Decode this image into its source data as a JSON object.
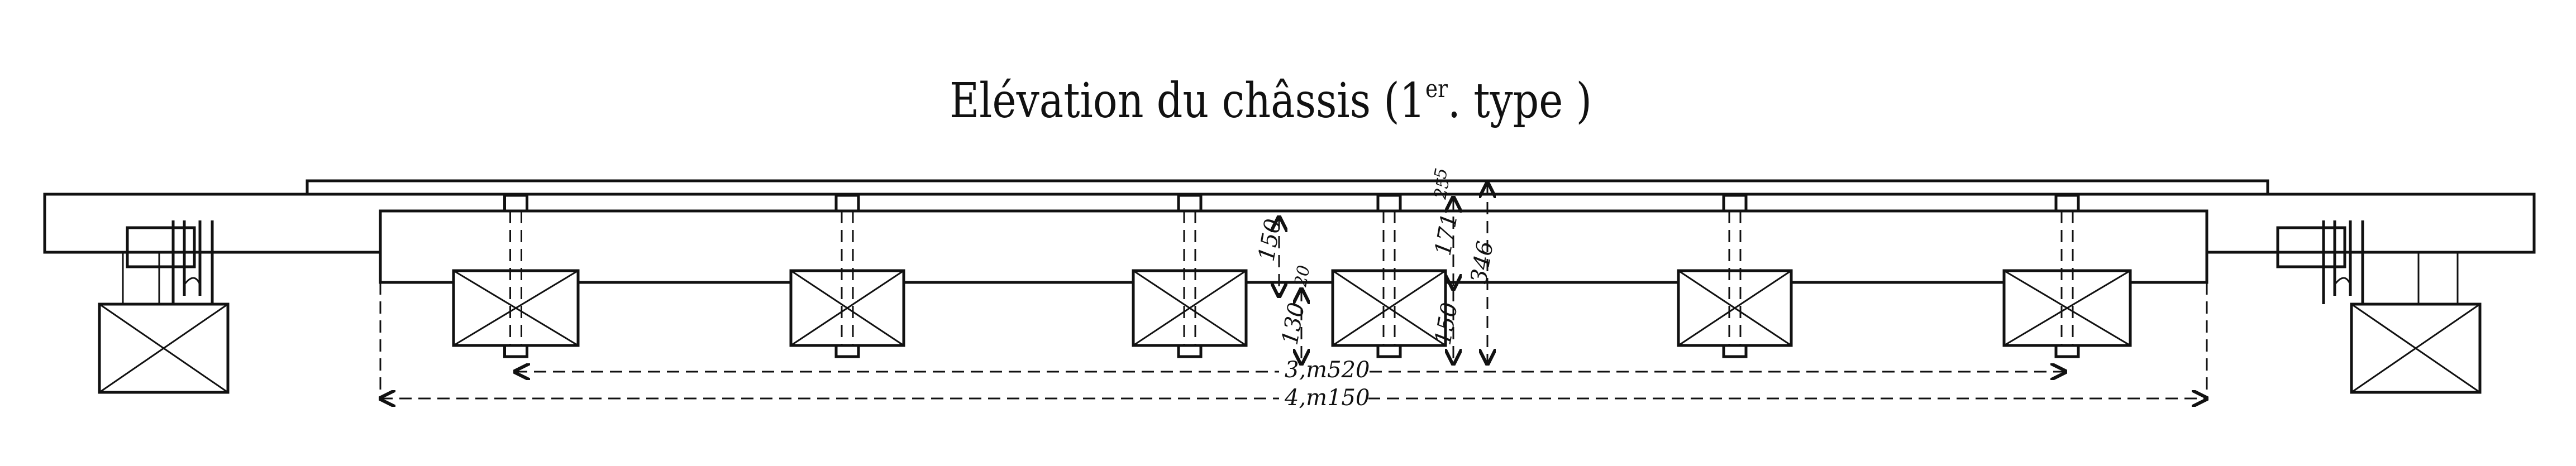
{
  "title": {
    "main": "Elévation du châssis (1",
    "superscript": "er",
    "suffix": ". type )"
  },
  "dimensions": {
    "beam_to_box": "150",
    "box_gap": "20",
    "box_height": "130",
    "plank_top": "5",
    "plank_second": "25",
    "bolt_to_box": "171",
    "total_height": "346",
    "box_to_bottom": "150",
    "axle_span": "3,m520",
    "frame_length": "4,m150"
  },
  "colors": {
    "ink": "#111111",
    "paper": "#ffffff"
  }
}
